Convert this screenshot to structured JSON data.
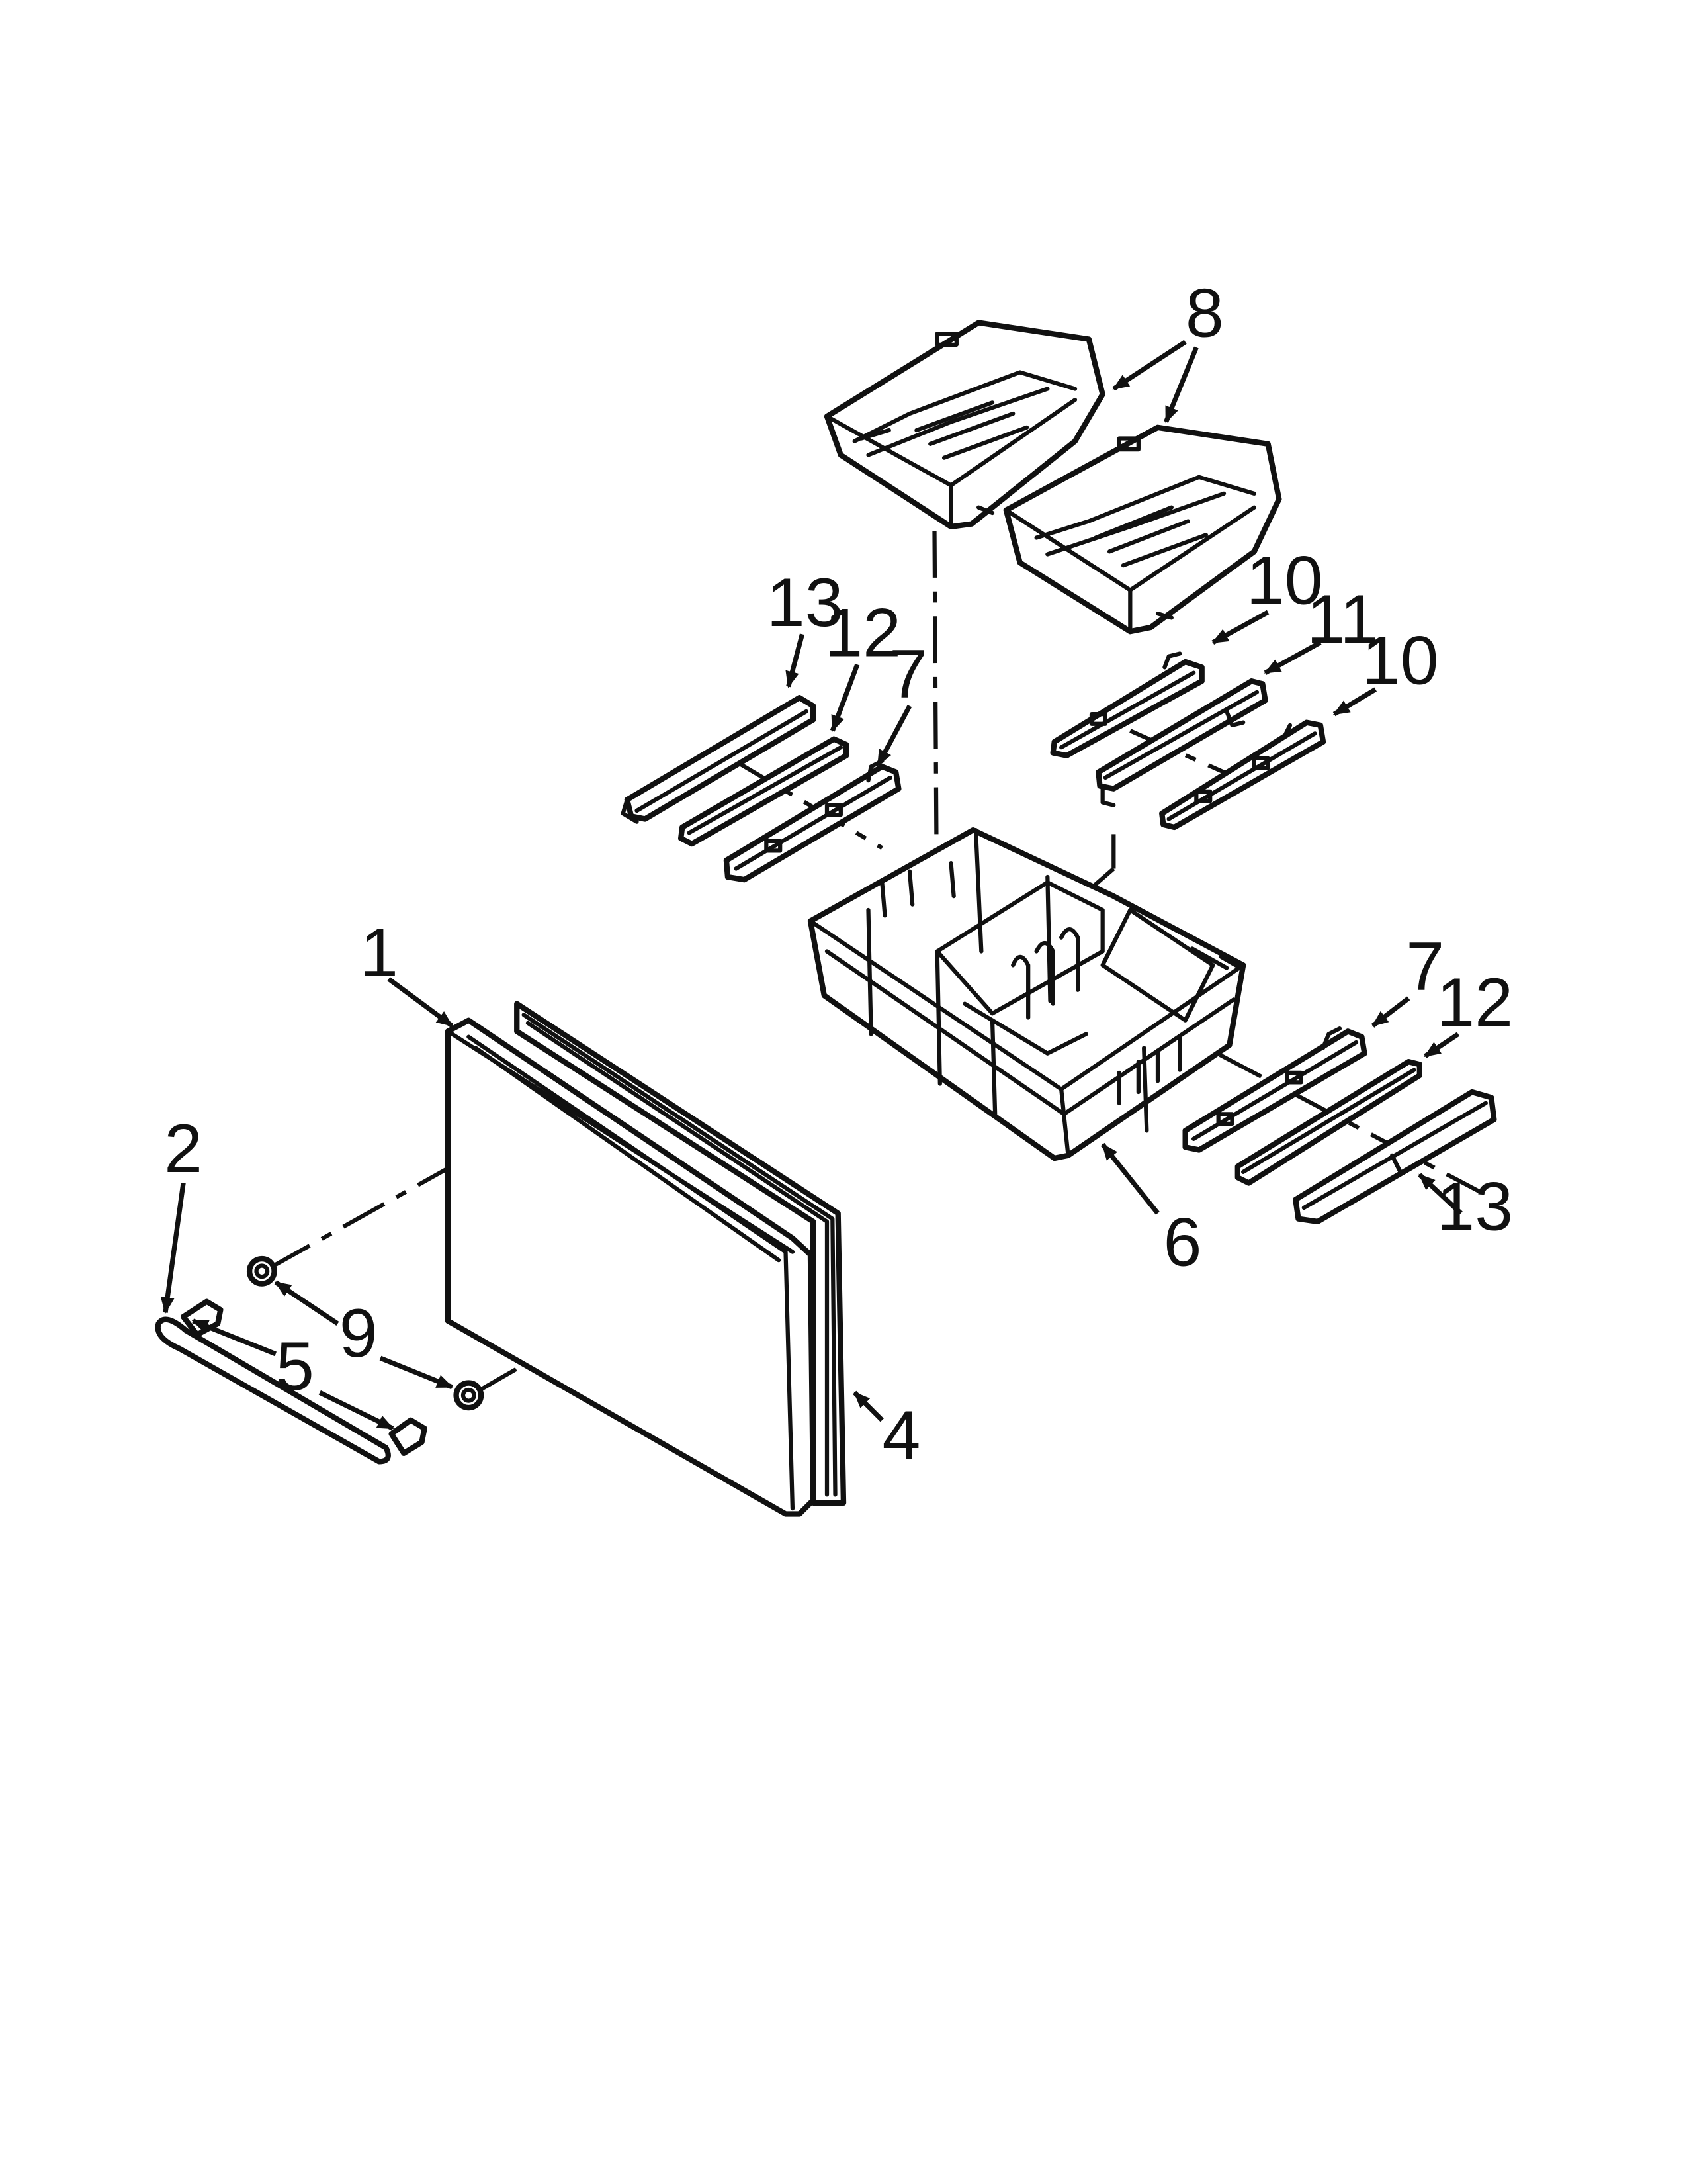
{
  "callouts": {
    "c1": "1",
    "c2": "2",
    "c4": "4",
    "c5": "5",
    "c6": "6",
    "c7_left": "7",
    "c7_right": "7",
    "c8": "8",
    "c9": "9",
    "c10_top": "10",
    "c10_right": "10",
    "c11": "11",
    "c12_left": "12",
    "c12_right": "12",
    "c13_left": "13",
    "c13_right": "13"
  },
  "colors": {
    "line": "#111111",
    "background": "#ffffff"
  }
}
